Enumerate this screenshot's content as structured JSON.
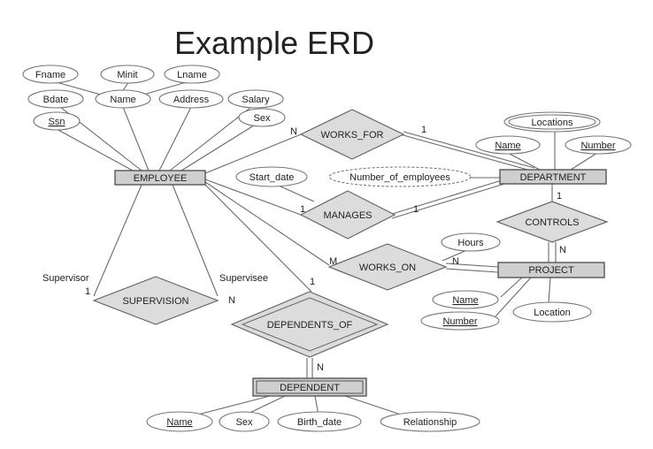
{
  "title": "Example ERD",
  "entities": {
    "employee": "EMPLOYEE",
    "department": "DEPARTMENT",
    "project": "PROJECT",
    "dependent": "DEPENDENT"
  },
  "relationships": {
    "works_for": "WORKS_FOR",
    "manages": "MANAGES",
    "works_on": "WORKS_ON",
    "controls": "CONTROLS",
    "supervision": "SUPERVISION",
    "dependents_of": "DEPENDENTS_OF"
  },
  "attributes": {
    "fname": "Fname",
    "minit": "Minit",
    "lname": "Lname",
    "bdate": "Bdate",
    "name": "Name",
    "address": "Address",
    "salary": "Salary",
    "ssn": "Ssn",
    "sex": "Sex",
    "locations": "Locations",
    "dept_name": "Name",
    "dept_number": "Number",
    "start_date": "Start_date",
    "number_of_employees": "Number_of_employees",
    "hours": "Hours",
    "proj_name": "Name",
    "proj_number": "Number",
    "proj_location": "Location",
    "dep_name": "Name",
    "dep_sex": "Sex",
    "birth_date": "Birth_date",
    "relationship": "Relationship"
  },
  "roles": {
    "supervisor": "Supervisor",
    "supervisee": "Supervisee"
  },
  "cardinalities": {
    "works_for_emp": "N",
    "works_for_dept": "1",
    "manages_emp": "1",
    "manages_dept": "1",
    "works_on_emp": "M",
    "works_on_proj": "N",
    "controls_dept": "1",
    "controls_proj": "N",
    "supervisor": "1",
    "supervisee": "N",
    "dependents_of_emp": "1",
    "dependents_of_dep": "N"
  }
}
